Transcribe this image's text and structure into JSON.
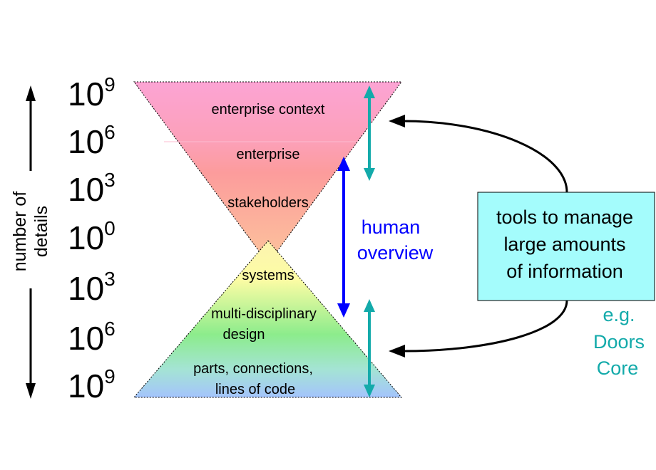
{
  "axis": {
    "label_line1": "number of",
    "label_line2": "details"
  },
  "scale": [
    {
      "base": "10",
      "exp": "9"
    },
    {
      "base": "10",
      "exp": "6"
    },
    {
      "base": "10",
      "exp": "3"
    },
    {
      "base": "10",
      "exp": "0"
    },
    {
      "base": "10",
      "exp": "3"
    },
    {
      "base": "10",
      "exp": "6"
    },
    {
      "base": "10",
      "exp": "9"
    }
  ],
  "upper_levels": [
    "enterprise context",
    "enterprise",
    "stakeholders"
  ],
  "lower_levels": {
    "systems": "systems",
    "design_line1": "multi-disciplinary",
    "design_line2": "design",
    "parts_line1": "parts, connections,",
    "parts_line2": "lines of code"
  },
  "human_overview": {
    "line1": "human",
    "line2": "overview"
  },
  "tools_box": {
    "line1": "tools to manage",
    "line2": "large amounts",
    "line3": "of information"
  },
  "example": {
    "line1": "e.g.",
    "line2": "Doors",
    "line3": "Core"
  },
  "colors": {
    "pink": "#fca4d4",
    "salmon": "#fc9c9c",
    "peach": "#fcc49c",
    "yellow": "#fcfca4",
    "green": "#8cec8c",
    "light_blue": "#a4c4fc",
    "blue_arrow": "#0000ff",
    "teal_arrow": "#13aaaa",
    "box_fill": "#a4fcfc"
  }
}
